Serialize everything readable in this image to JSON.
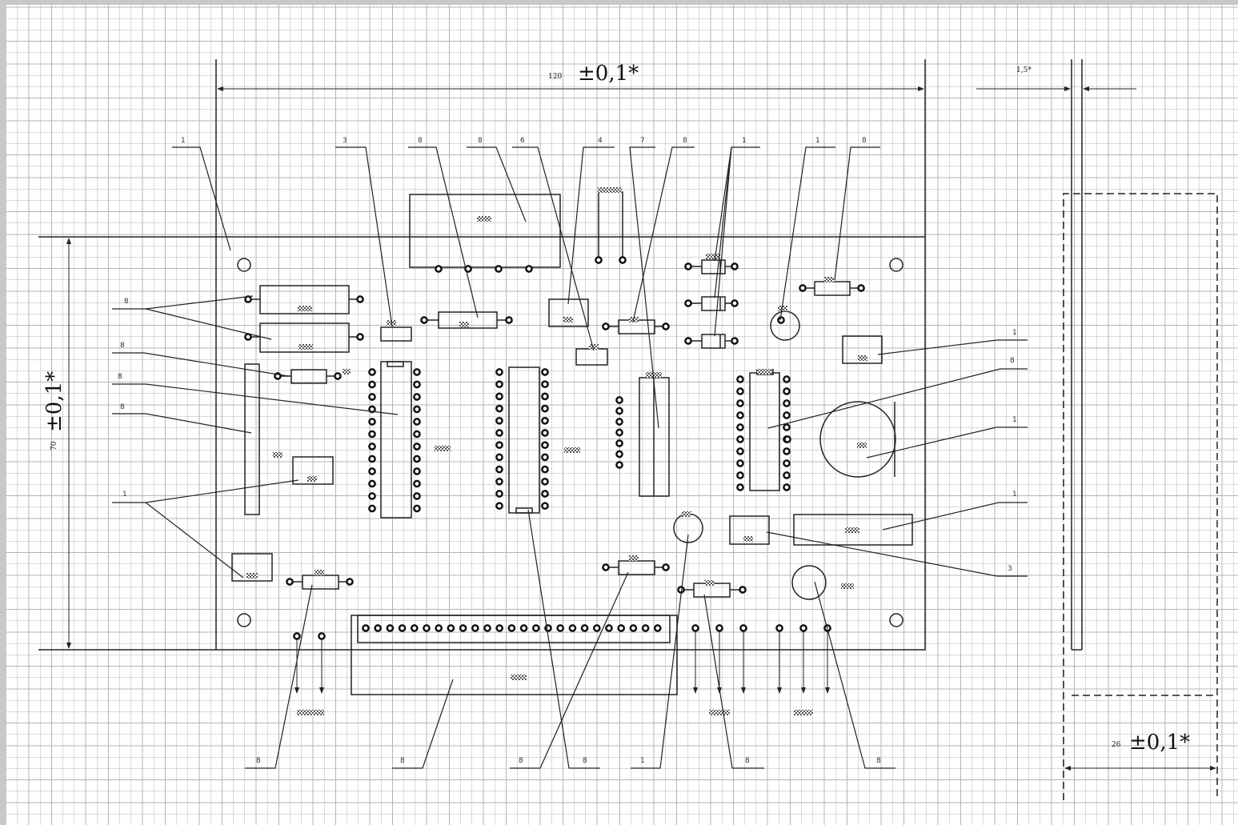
{
  "dimensions": {
    "width": {
      "value": "120",
      "tol": "±0,1*"
    },
    "height": {
      "value": "70",
      "tol": "±0,1*"
    },
    "thickness": {
      "value": "1,5*"
    },
    "depth": {
      "value": "26",
      "tol": "±0,1*"
    }
  },
  "leaders": {
    "top": [
      "1",
      "3",
      "8",
      "8",
      "6",
      "4",
      "7",
      "8",
      "1",
      "1",
      "8"
    ],
    "left": [
      "8",
      "8",
      "8",
      "8",
      "1"
    ],
    "right": [
      "1",
      "8",
      "1",
      "1",
      "3"
    ],
    "bottom": [
      "8",
      "8",
      "8",
      "8",
      "1",
      "8",
      "8"
    ]
  },
  "colors": {
    "grid": "#b4b4b4",
    "line": "#222222",
    "paper": "#ffffff"
  }
}
